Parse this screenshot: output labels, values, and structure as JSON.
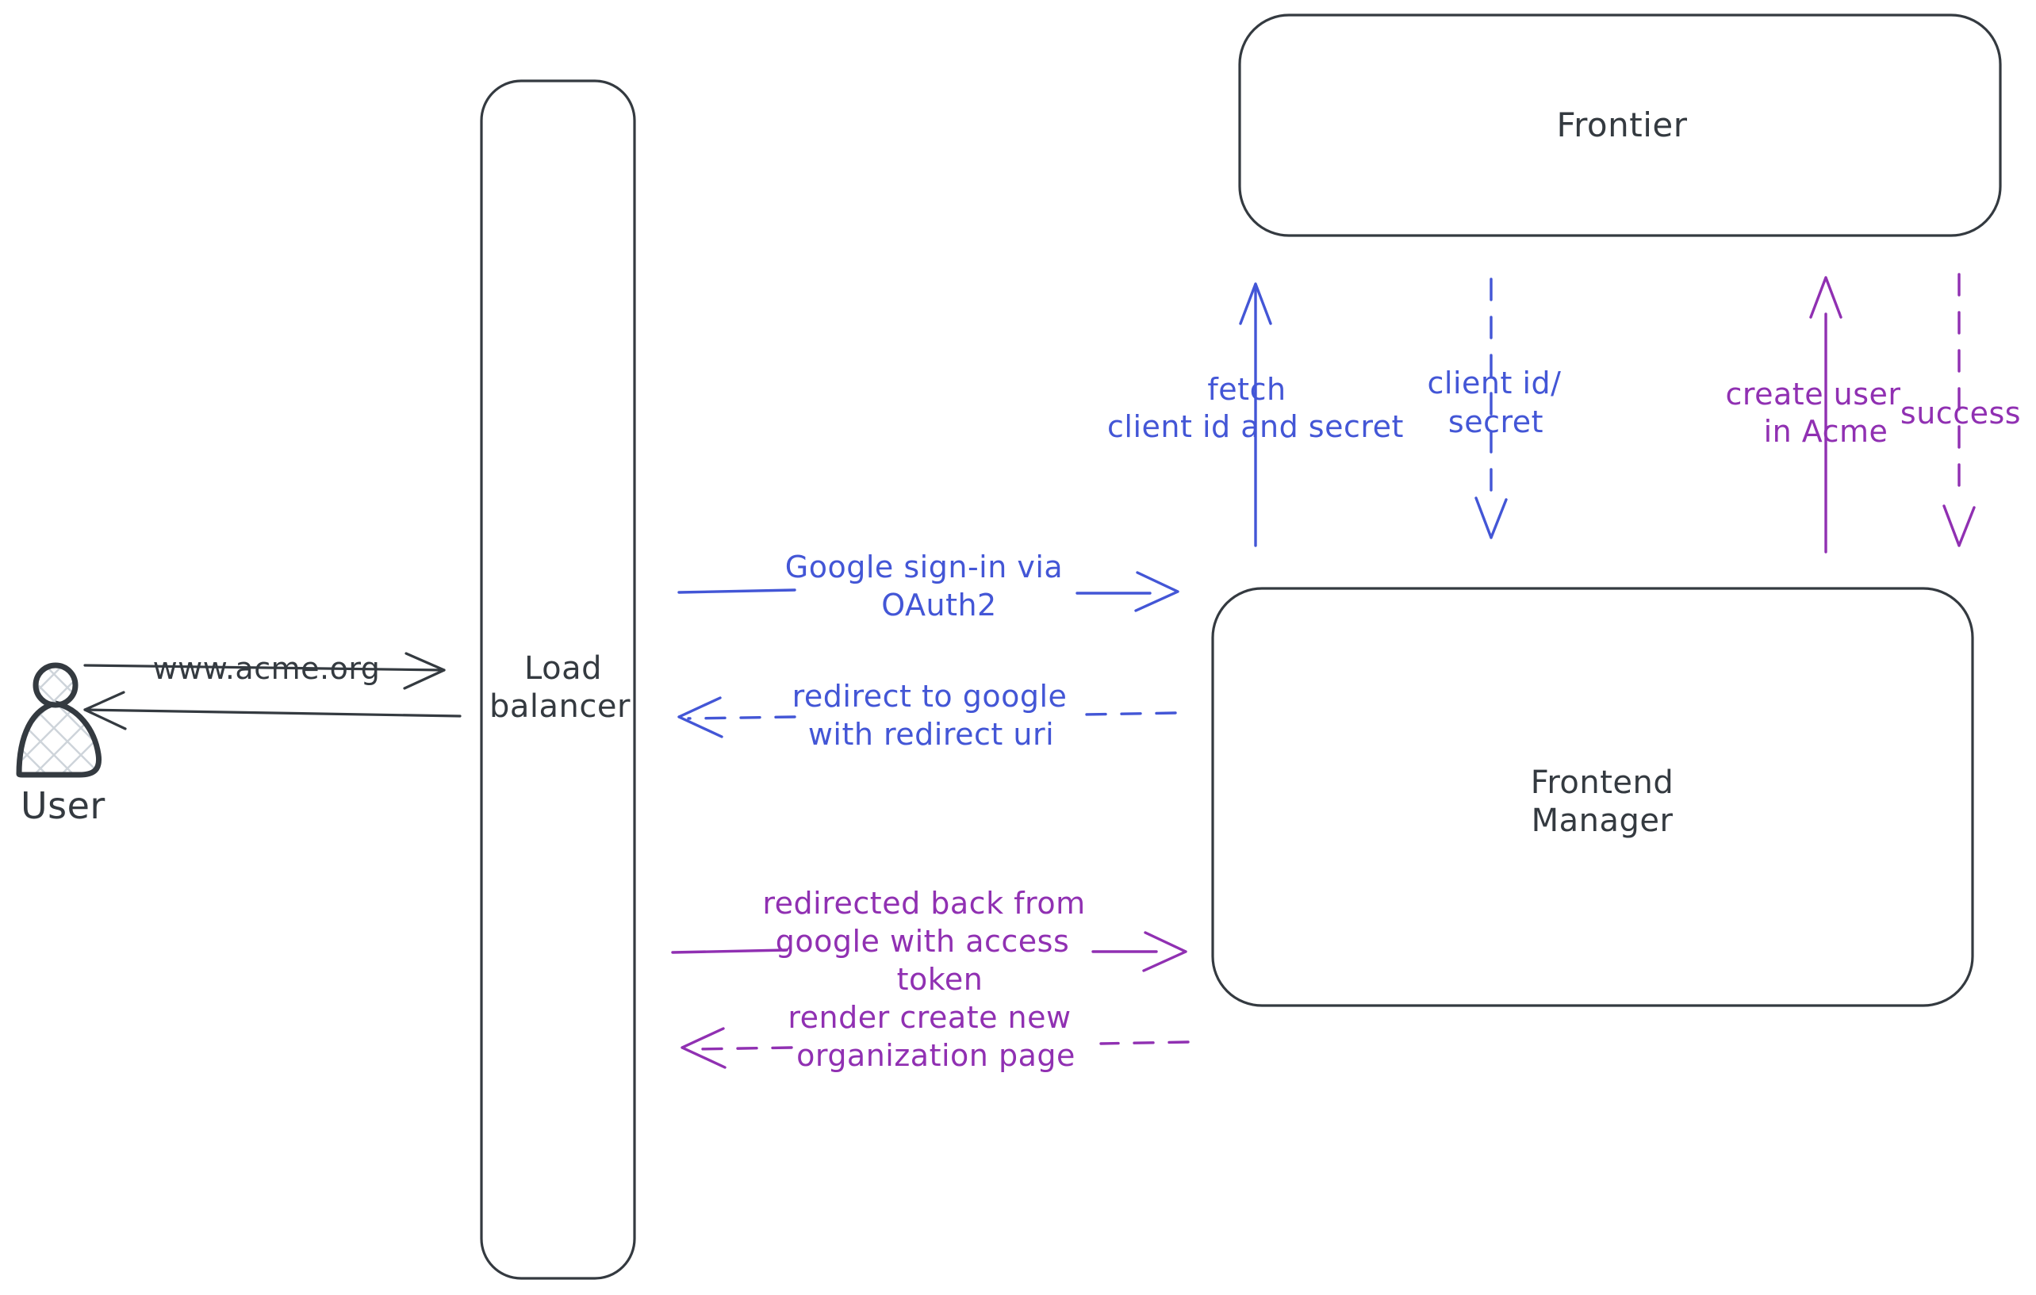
{
  "diagram": {
    "nodes": {
      "user": {
        "label": "User"
      },
      "load_balancer": {
        "lines": [
          "Load",
          "balancer"
        ]
      },
      "frontier": {
        "label": "Frontier"
      },
      "frontend_manager": {
        "lines": [
          "Frontend",
          "Manager"
        ]
      }
    },
    "flows": {
      "user_request": {
        "label": "www.acme.org",
        "style": "solid"
      },
      "response_to_user": {
        "style": "solid"
      },
      "google_signin": {
        "lines": [
          "Google sign-in via",
          "OAuth2"
        ],
        "style": "solid"
      },
      "redirect_to_google": {
        "lines": [
          "redirect to google",
          "with redirect uri"
        ],
        "style": "dashed"
      },
      "fetch_client_id": {
        "lines": [
          "fetch",
          "client id and secret"
        ],
        "style": "solid"
      },
      "client_id_secret": {
        "lines": [
          "client id/",
          "secret"
        ],
        "style": "dashed"
      },
      "redirected_back": {
        "lines": [
          "redirected back from",
          "google with access",
          "token"
        ],
        "style": "solid"
      },
      "render_org_page": {
        "lines": [
          "render create new",
          "organization page"
        ],
        "style": "dashed"
      },
      "create_user": {
        "lines": [
          "create user",
          "in Acme"
        ],
        "style": "solid"
      },
      "success": {
        "label": "success",
        "style": "dashed"
      }
    },
    "colors": {
      "ink": "#343a40",
      "blue": "#4356d6",
      "purple": "#9030b2",
      "hatch": "#ced4da",
      "background": "#ffffff"
    }
  }
}
